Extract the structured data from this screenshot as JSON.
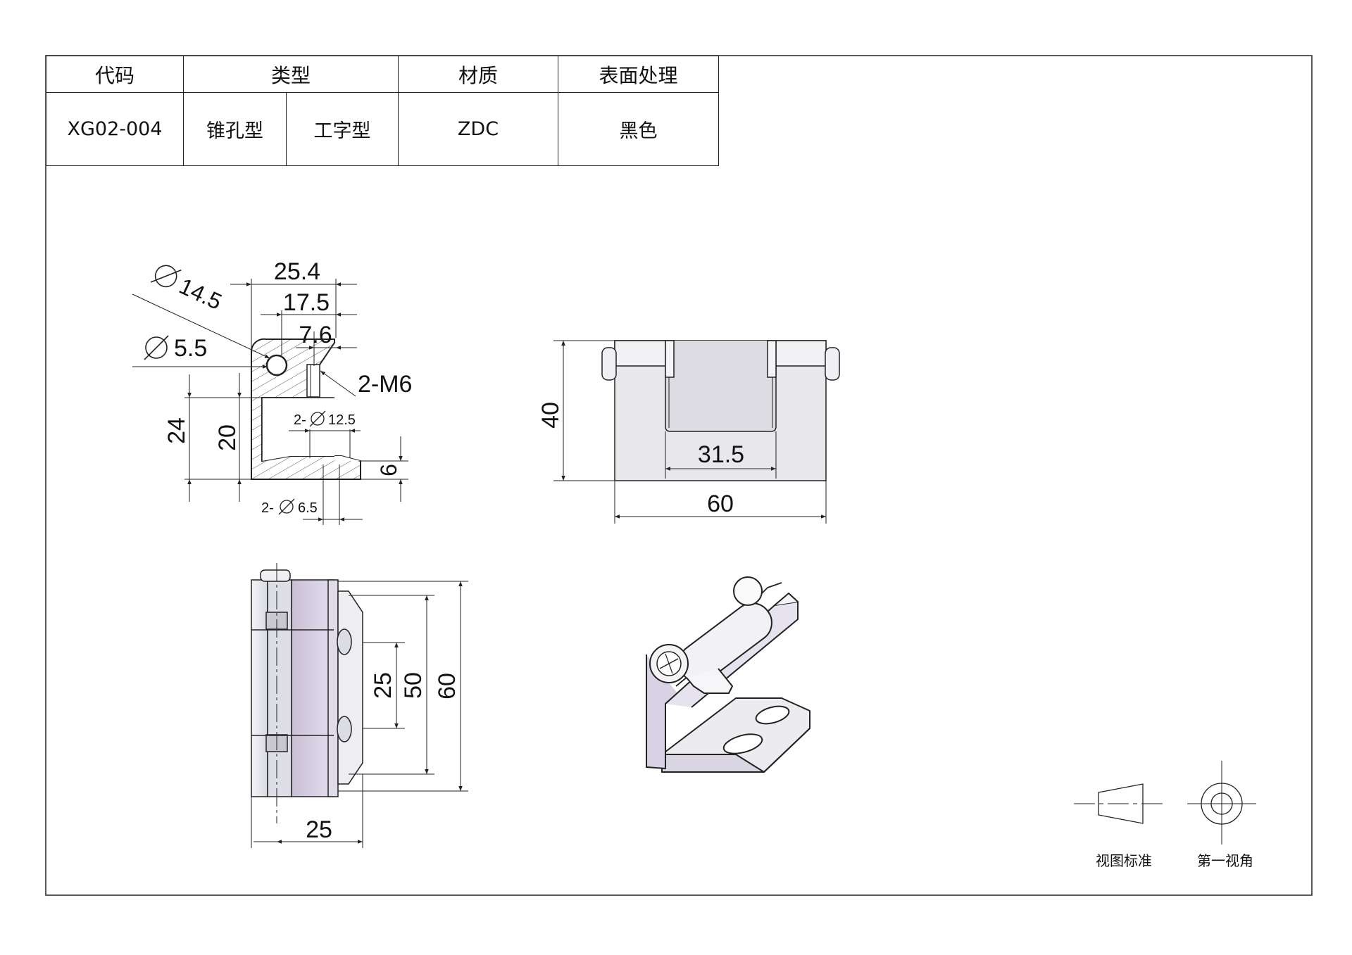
{
  "spec_table": {
    "headers": {
      "code": "代码",
      "type": "类型",
      "material": "材质",
      "finish": "表面处理"
    },
    "row": {
      "code": "XG02-004",
      "type_a": "锥孔型",
      "type_b": "工字型",
      "material": "ZDC",
      "finish": "黑色"
    }
  },
  "section_view": {
    "dims": {
      "width_total": "25.4",
      "width_mid": "17.5",
      "width_small": "7.6",
      "diameter_large": "14.5",
      "diameter_small": "5.5",
      "thread": "2-M6",
      "counterbore": "12.5",
      "counterbore_prefix": "2-",
      "hole": "6.5",
      "hole_prefix": "2-",
      "height_total": "24",
      "height_inner": "20",
      "thickness": "6"
    }
  },
  "front_view": {
    "dims": {
      "height": "40",
      "leaf_width": "31.5",
      "width": "60"
    }
  },
  "side_view": {
    "dims": {
      "hole_pitch": "25",
      "leaf_length": "50",
      "length": "60",
      "depth": "25"
    }
  },
  "projection": {
    "view_standard": "视图标准",
    "first_angle": "第一视角"
  }
}
